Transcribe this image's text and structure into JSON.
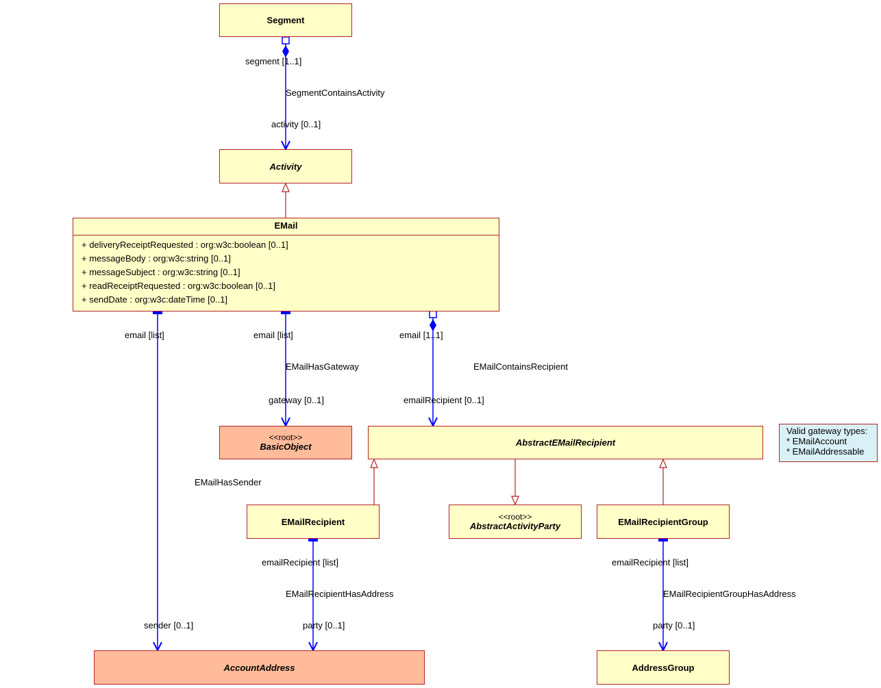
{
  "classes": {
    "segment": {
      "name": "Segment"
    },
    "activity": {
      "name": "Activity"
    },
    "email": {
      "name": "EMail",
      "attributes": [
        "+ deliveryReceiptRequested : org:w3c:boolean [0..1]",
        "+ messageBody : org:w3c:string [0..1]",
        "+ messageSubject : org:w3c:string [0..1]",
        "+ readReceiptRequested : org:w3c:boolean [0..1]",
        "+ sendDate : org:w3c:dateTime [0..1]"
      ]
    },
    "basic_object": {
      "stereotype": "<<root>>",
      "name": "BasicObject"
    },
    "abstract_email_recipient": {
      "name": "AbstractEMailRecipient"
    },
    "email_recipient": {
      "name": "EMailRecipient"
    },
    "abstract_activity_party": {
      "stereotype": "<<root>>",
      "name": "AbstractActivityParty"
    },
    "email_recipient_group": {
      "name": "EMailRecipientGroup"
    },
    "account_address": {
      "name": "AccountAddress"
    },
    "address_group": {
      "name": "AddressGroup"
    }
  },
  "associations": {
    "segment_contains_activity": {
      "name": "SegmentContainsActivity",
      "source_role": "segment [1..1]",
      "target_role": "activity [0..1]"
    },
    "email_has_sender": {
      "name": "EMailHasSender",
      "source_role": "email [list]",
      "target_role": "sender [0..1]"
    },
    "email_has_gateway": {
      "name": "EMailHasGateway",
      "source_role": "email [list]",
      "target_role": "gateway [0..1]"
    },
    "email_contains_recipient": {
      "name": "EMailContainsRecipient",
      "source_role": "email [1..1]",
      "target_role": "emailRecipient [0..1]"
    },
    "email_recipient_has_address": {
      "name": "EMailRecipientHasAddress",
      "source_role": "emailRecipient [list]",
      "target_role": "party [0..1]"
    },
    "email_recipient_group_has_address": {
      "name": "EMailRecipientGroupHasAddress",
      "source_role": "emailRecipient [list]",
      "target_role": "party [0..1]"
    }
  },
  "note": {
    "lines": [
      "Valid gateway types:",
      "* EMailAccount",
      "* EMailAddressable"
    ]
  },
  "colors": {
    "class_fill": "#ffffc8",
    "root_fill": "#ffbb9a",
    "class_border": "#b22222",
    "association_line": "#0000ff",
    "generalization_line": "#b22222",
    "note_fill": "#d9f1f6"
  }
}
